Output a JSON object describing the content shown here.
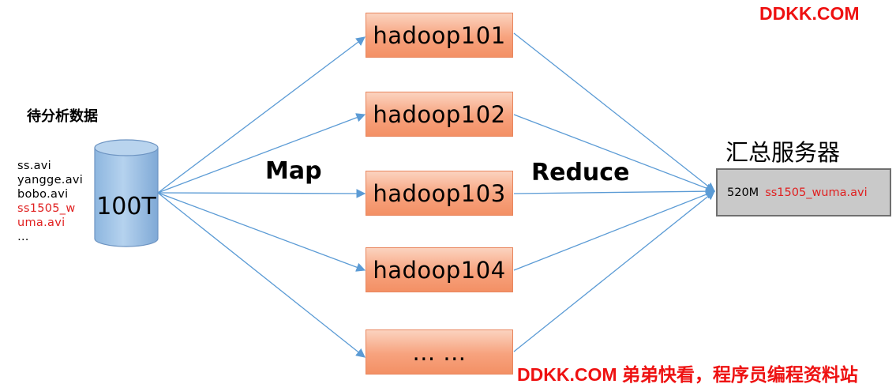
{
  "watermark": {
    "top": "DDKK.COM",
    "bottom": "DDKK.COM 弟弟快看，程序员编程资料站"
  },
  "source": {
    "title": "待分析数据",
    "files": [
      "ss.avi",
      "yangge.avi",
      "bobo.avi",
      "ss1505_w",
      "uma.avi",
      "…"
    ],
    "highlighted_indices": [
      3,
      4
    ],
    "storage_label": "100T"
  },
  "phases": {
    "map": "Map",
    "reduce": "Reduce"
  },
  "nodes": [
    "hadoop101",
    "hadoop102",
    "hadoop103",
    "hadoop104",
    "... ..."
  ],
  "server": {
    "title": "汇总服务器",
    "size": "520M",
    "file": "ss1505_wuma.avi"
  },
  "colors": {
    "node_fill": "#f7a27d",
    "arrow": "#5b9bd5",
    "cylinder": "#9dc3e6",
    "server_fill": "#c9c9c9",
    "highlight": "#e02020"
  }
}
